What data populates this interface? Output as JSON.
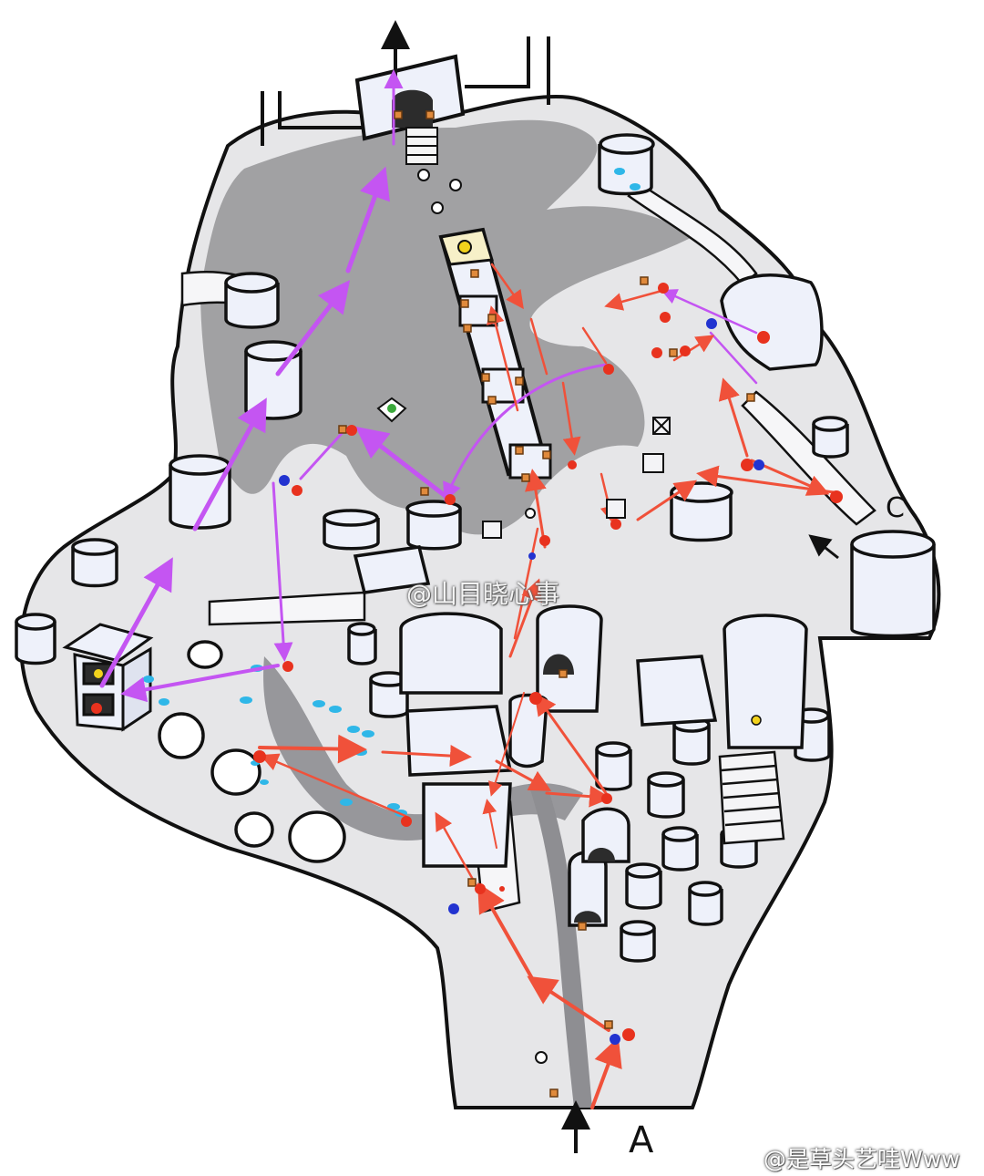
{
  "labels": {
    "entrance_a": "A",
    "exit_c": "C"
  },
  "watermarks": {
    "center": "@山目晓心事",
    "corner": "@是草头艺哇Www"
  },
  "colors": {
    "background": "#ffffff",
    "ground_light": "#e6e6e8",
    "ground_dark": "#9d9d9f",
    "building_fill": "#eef1fa",
    "outline": "#111111",
    "route_red": "#f0513a",
    "route_purple": "#c455f2",
    "water_dot": "#2fb7e8",
    "marker_red": "#e8321e",
    "marker_blue": "#2233d0",
    "marker_orange": "#e08a3c",
    "marker_yellow": "#f2d21c",
    "marker_green": "#3aa83a"
  },
  "legend_icons": [
    "arrow-icon",
    "chest-icon",
    "stair-icon",
    "red-dot-icon",
    "blue-dot-icon",
    "orange-box-icon"
  ]
}
